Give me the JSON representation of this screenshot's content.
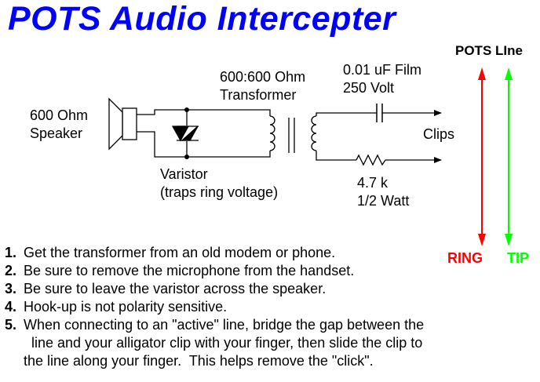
{
  "title": "POTS Audio Intercepter",
  "labels": {
    "speaker_line1": "600 Ohm",
    "speaker_line2": "Speaker",
    "transformer_line1": "600:600 Ohm",
    "transformer_line2": "Transformer",
    "capacitor_line1": "0.01 uF Film",
    "capacitor_line2": "250 Volt",
    "clips": "Clips",
    "varistor_line1": "Varistor",
    "varistor_line2": "(traps ring voltage)",
    "resistor_line1": "4.7 k",
    "resistor_line2": "1/2 Watt",
    "pots_line": "POTS LIne",
    "ring": "RING",
    "tip": "TIP"
  },
  "colors": {
    "title": "#0000ff",
    "ring": "#ff0000",
    "tip": "#00ff00",
    "wire": "#000000"
  },
  "steps": [
    {
      "num": "1.",
      "lines": [
        "Get the transformer from an old modem or phone."
      ]
    },
    {
      "num": "2.",
      "lines": [
        "Be sure to remove the microphone from the handset."
      ]
    },
    {
      "num": "3.",
      "lines": [
        "Be sure to leave the varistor across the speaker."
      ]
    },
    {
      "num": "4.",
      "lines": [
        "Hook-up is not polarity sensitive."
      ]
    },
    {
      "num": "5.",
      "lines": [
        "When connecting to an \"active\" line, bridge the gap between the",
        "  line and your alligator clip with your finger, then slide the clip to",
        "the line along your finger.  This helps remove the \"click\"."
      ]
    }
  ]
}
